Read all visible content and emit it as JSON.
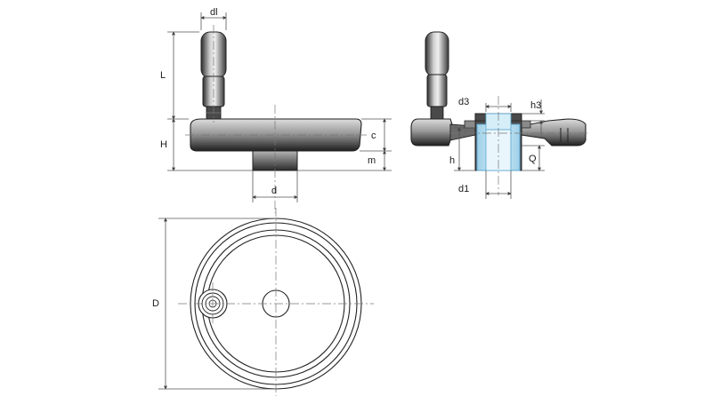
{
  "labels": {
    "dl": "dl",
    "L": "L",
    "H": "H",
    "c": "c",
    "m": "m",
    "d": "d",
    "D": "D",
    "d3": "d3",
    "h3": "h3",
    "h": "h",
    "Q": "Q",
    "d1": "d1"
  },
  "colors": {
    "handle_top": "#e8e8e8",
    "handle_mid": "#9a9a9a",
    "handle_dark": "#3c3c3c",
    "hub_insert": "#b7dced",
    "hub_insert_stroke": "#5aa7cf"
  }
}
